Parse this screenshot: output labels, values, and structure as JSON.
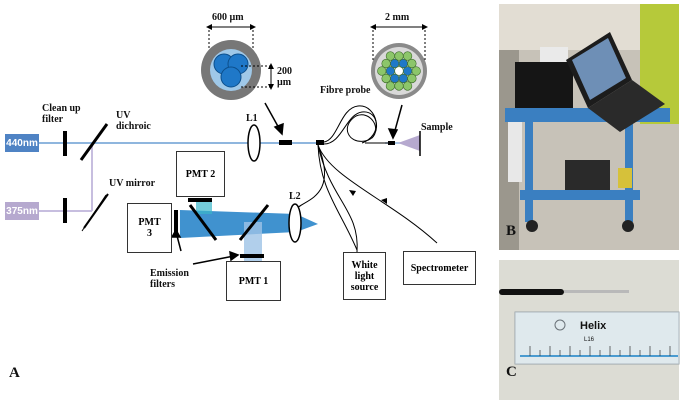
{
  "panel_labels": {
    "a": "A",
    "b": "B",
    "c": "C"
  },
  "lasers": {
    "laser_440": {
      "label": "440nm",
      "color": "#4f83c4"
    },
    "laser_375": {
      "label": "375nm",
      "color": "#b6a9cf"
    }
  },
  "optics": {
    "clean_up_filter": "Clean up\nfilter",
    "uv_dichroic": "UV\ndichroic",
    "uv_mirror": "UV mirror",
    "l1": "L1",
    "l2": "L2",
    "emission_filters": "Emission\nfilters",
    "fibre_probe": "Fibre probe",
    "sample": "Sample"
  },
  "detectors": {
    "pmt1": "PMT 1",
    "pmt2": "PMT 2",
    "pmt3": "PMT\n3",
    "white_light_source": "White\nlight\nsource",
    "spectrometer": "Spectrometer"
  },
  "insets": {
    "bundle_width": "600 µm",
    "fibre_diameter": "200\nµm",
    "probe_width": "2 mm"
  },
  "photo_c": {
    "ruler_brand": "Helix",
    "ruler_model": "L16"
  },
  "colors": {
    "excitation_beam": "#8fb6de",
    "emission_beam": "#1f7fc7",
    "fibre_core": "#1f78c8",
    "green_fibre": "#8cc66a"
  }
}
